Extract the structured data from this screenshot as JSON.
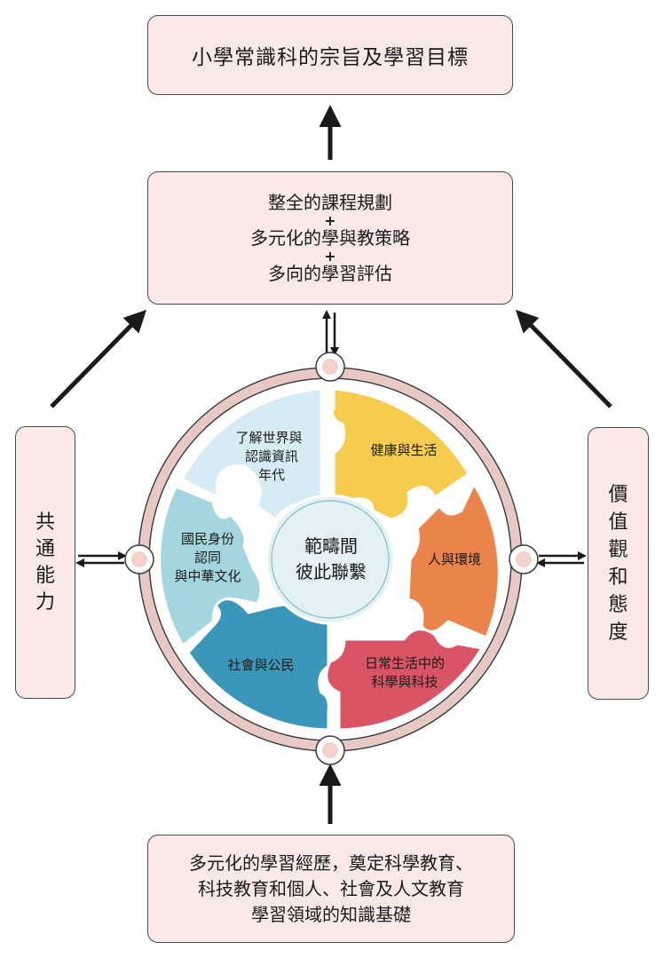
{
  "top_box": {
    "text": "小學常識科的宗旨及學習目標"
  },
  "middle_box": {
    "line1": "整全的課程規劃",
    "plus1": "+",
    "line2": "多元化的學與教策略",
    "plus2": "+",
    "line3": "多向的學習評估"
  },
  "left_box": {
    "chars": [
      "共",
      "通",
      "能",
      "力"
    ]
  },
  "right_box": {
    "chars": [
      "價",
      "值",
      "觀",
      "和",
      "態",
      "度"
    ]
  },
  "center": {
    "line1": "範疇間",
    "line2": "彼此聯繫"
  },
  "pieces": [
    {
      "lines": [
        "了解世界與",
        "認識資訊",
        "年代"
      ],
      "color": "#d6ebf3"
    },
    {
      "lines": [
        "健康與生活"
      ],
      "color": "#f5cc4e"
    },
    {
      "lines": [
        "人與環境"
      ],
      "color": "#eb844a"
    },
    {
      "lines": [
        "日常生活中的",
        "科學與科技"
      ],
      "color": "#d95465"
    },
    {
      "lines": [
        "社會與公民"
      ],
      "color": "#3b97b9"
    },
    {
      "lines": [
        "國民身份",
        "認同",
        "與中華文化"
      ],
      "color": "#a4d6df"
    }
  ],
  "bottom_box": {
    "line1": "多元化的學習經歷，奠定科學教育、",
    "line2": "科技教育和個人、社會及人文教育",
    "line3": "學習領域的知識基礎"
  },
  "colors": {
    "box_fill": "#fae9e7",
    "ring": "#e8c8c2",
    "arrow": "#1a1a1a"
  }
}
